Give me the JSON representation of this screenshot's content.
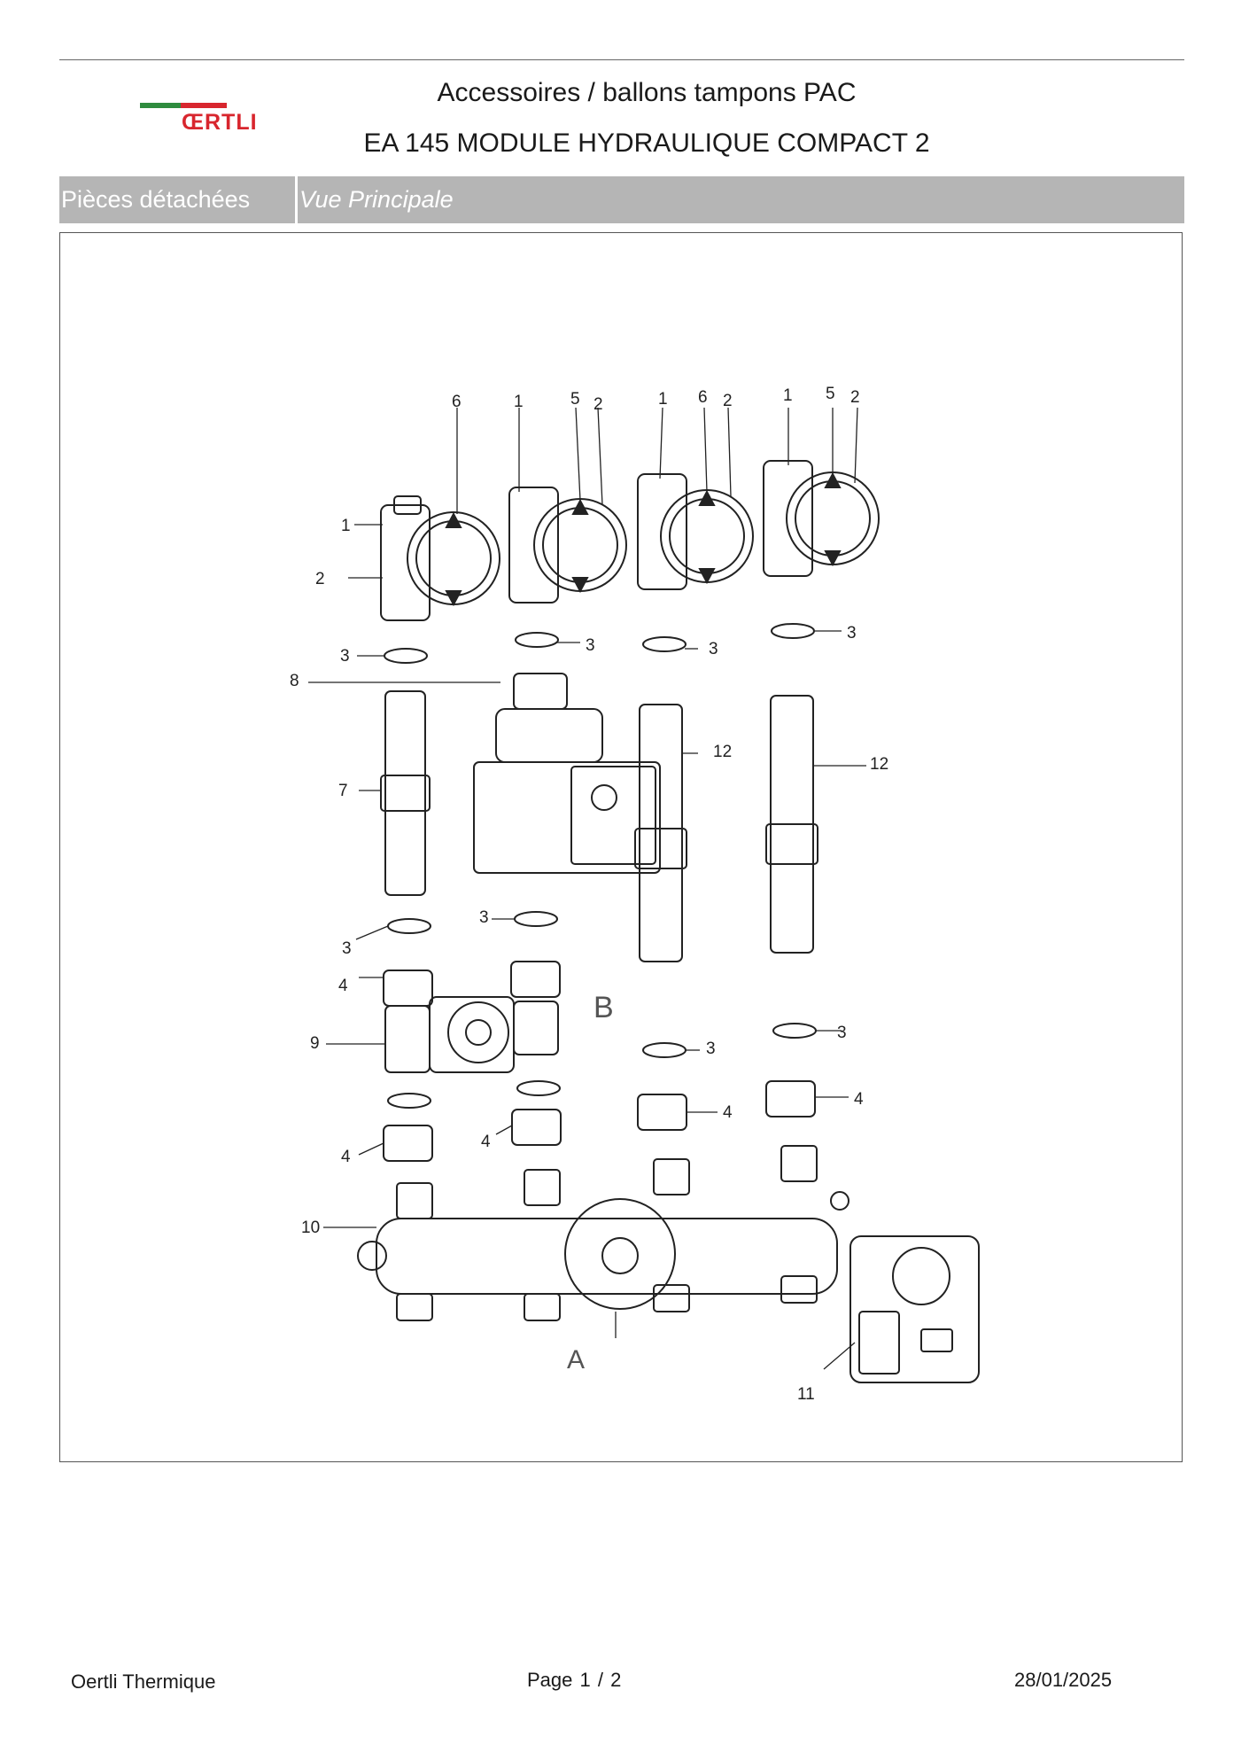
{
  "header": {
    "logo_text": "ŒRTLI",
    "title_line1": "Accessoires / ballons tampons PAC",
    "title_line2": "EA 145 MODULE HYDRAULIQUE COMPACT 2"
  },
  "section": {
    "left_label": "Pièces détachées",
    "right_label": "Vue Principale"
  },
  "drawing": {
    "callouts": [
      "1",
      "2",
      "3",
      "4",
      "5",
      "6",
      "7",
      "8",
      "9",
      "10",
      "11",
      "12",
      "A",
      "B"
    ]
  },
  "footer": {
    "company": "Oertli Thermique",
    "page": "Page   1  /  2",
    "date": "28/01/2025"
  }
}
